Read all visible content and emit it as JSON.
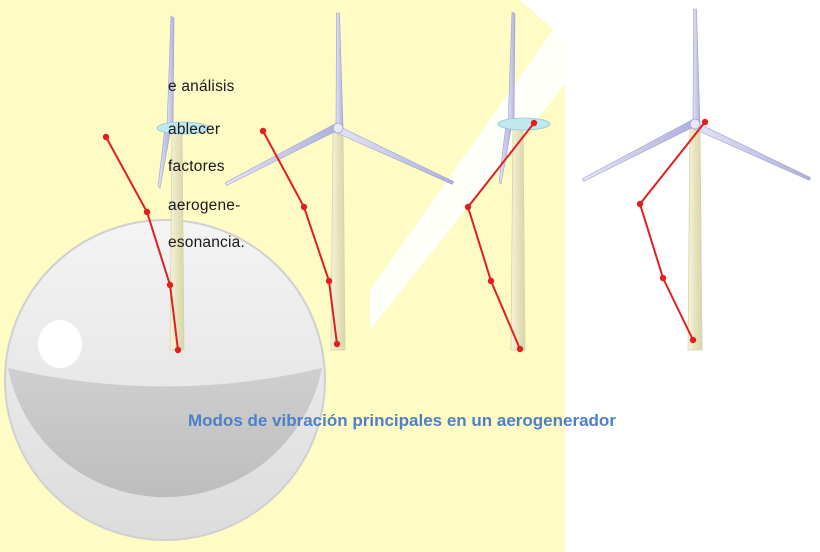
{
  "side_text": {
    "lines": [
      "e   análisis",
      "ablecer",
      "factores",
      "aerogene-",
      "esonancia."
    ]
  },
  "caption": "Modos de vibración principales en un aerogenerador",
  "colors": {
    "background": "#ffffff",
    "yellow_panel": "#fefbc4",
    "mode_line": "#e02020",
    "caption_text": "#4f80c6",
    "blade": "#c8c8ea",
    "tower": "#ece9c6"
  },
  "modes": [
    {
      "blade_view": "side"
    },
    {
      "blade_view": "front"
    },
    {
      "blade_view": "side"
    },
    {
      "blade_view": "front"
    }
  ]
}
